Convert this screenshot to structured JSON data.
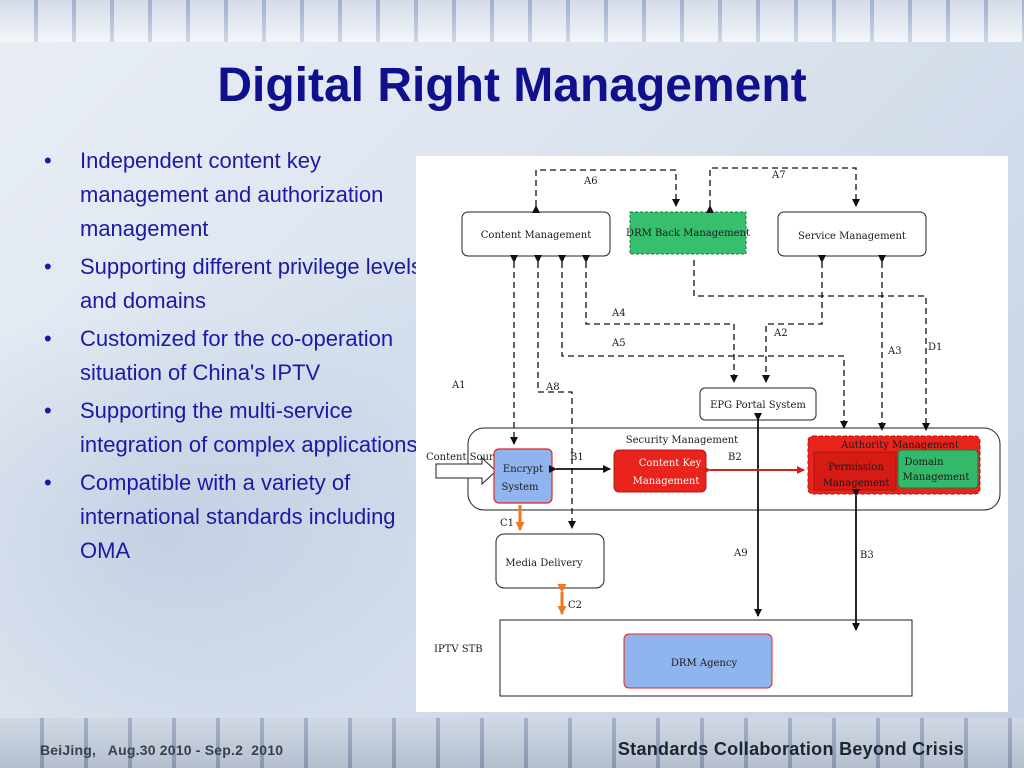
{
  "slide": {
    "title": "Digital Right Management",
    "bullets": [
      "Independent content key management and authorization management",
      "Supporting different privilege levels and domains",
      "Customized for the co-operation situation of China's IPTV",
      "Supporting the multi-service integration of complex applications",
      "Compatible with a variety of international standards including OMA"
    ],
    "bullet_symbol": "•"
  },
  "footer": {
    "left": "BeiJing,   Aug.30 2010 - Sep.2  2010",
    "right": "Standards Collaboration Beyond Crisis"
  },
  "diagram": {
    "boxes": {
      "content_management": "Content Management",
      "drm_back_management": "DRM Back Management",
      "service_management": "Service Management",
      "epg_portal_system": "EPG Portal System",
      "security_management": "Security Management",
      "authority_management": "Authority Management",
      "content_source": "Content Source",
      "encrypt_system": [
        "Encrypt",
        "System"
      ],
      "content_key_management": [
        "Content Key",
        "Management"
      ],
      "permission_management": [
        "Permission",
        "Management"
      ],
      "domain_management": [
        "Domain",
        "Management"
      ],
      "media_delivery": "Media Delivery",
      "iptv_stb": "IPTV STB",
      "drm_agency": "DRM Agency"
    },
    "links": [
      "A1",
      "A2",
      "A3",
      "A4",
      "A5",
      "A6",
      "A7",
      "A8",
      "A9",
      "B1",
      "B2",
      "B3",
      "C1",
      "C2",
      "D1"
    ],
    "colors": {
      "title": "#10108c",
      "bullet_text": "#1a1aa6",
      "red_box": "#e8241c",
      "green_box": "#34b86a",
      "blue_box": "#8fb4ee",
      "orange_arrow": "#f07820"
    }
  }
}
